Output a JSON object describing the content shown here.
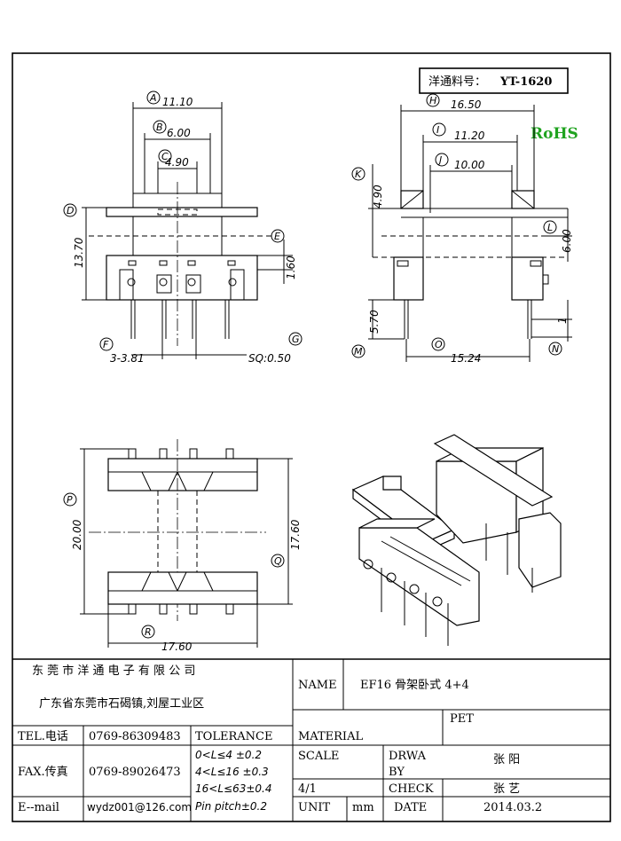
{
  "part_label": "洋通料号：",
  "part_no": "YT-1620",
  "rohs": "RoHS",
  "rohs_color": "#1fa31f",
  "dimensions": {
    "A": "11.10",
    "B": "6.00",
    "C": "4.90",
    "D": "13.70",
    "E": "1.60",
    "F": "3-3.81",
    "G": "SQ:0.50",
    "H": "16.50",
    "I": "11.20",
    "J": "10.00",
    "K": "4.90",
    "L": "6.00",
    "M": "5.70",
    "N": "1",
    "O": "15.24",
    "P": "20.00",
    "Q": "17.60",
    "R": "17.60"
  },
  "bubbles": [
    "A",
    "B",
    "C",
    "D",
    "E",
    "F",
    "G",
    "H",
    "I",
    "J",
    "K",
    "L",
    "M",
    "N",
    "O",
    "P",
    "Q",
    "R"
  ],
  "title_block": {
    "company": "东 莞 市 洋 通 电 子 有 限 公 司",
    "address": "广东省东莞市石碣镇,刘屋工业区",
    "name_label": "NAME",
    "name_value": "EF16 骨架卧式 4+4",
    "material_value": "PET",
    "tel_label": "TEL.电话",
    "tel_value": "0769-86309483",
    "tolerance_label": "TOLERANCE",
    "material_label": "MATERIAL",
    "fax_label": "FAX.传真",
    "fax_value": "0769-89026473",
    "tol1": "0<L≤4   ±0.2",
    "tol2": "4<L≤16  ±0.3",
    "tol3": "16<L≤63±0.4",
    "tol4": "Pin pitch±0.2",
    "scale_label": "SCALE",
    "scale_value": "4/1",
    "drwa_label": "DRWA",
    "by_label": "BY",
    "drawn_by": "张 阳",
    "check_label": "CHECK",
    "checked_by": "张 艺",
    "email_label": "E--mail",
    "email_value": "wydz001@126.com",
    "unit_label": "UNIT",
    "unit_value": "mm",
    "date_label": "DATE",
    "date_value": "2014.03.2"
  }
}
